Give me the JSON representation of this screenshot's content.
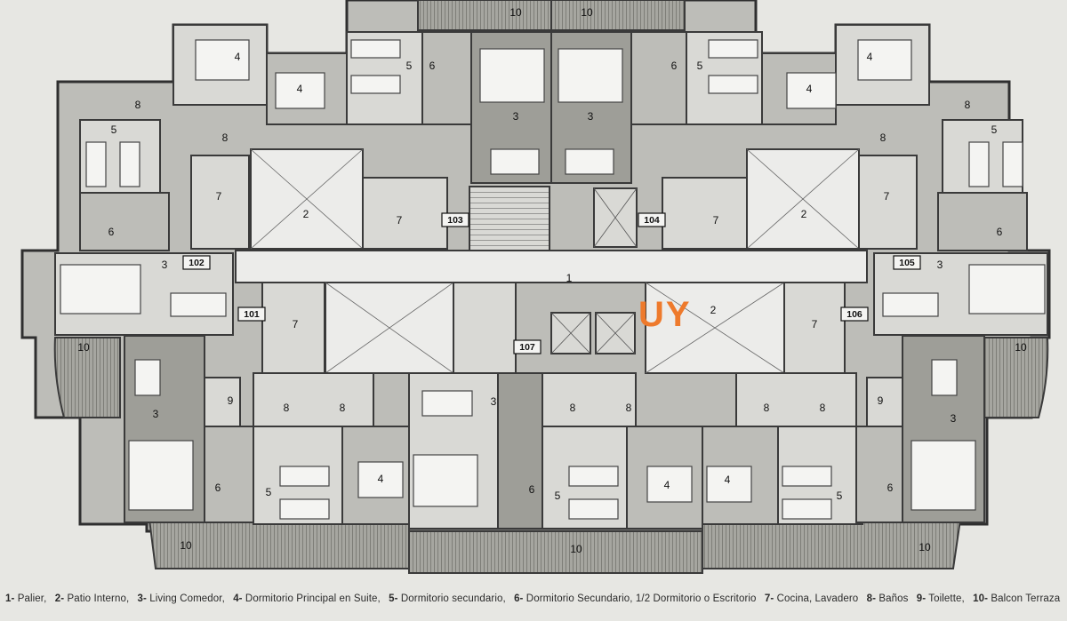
{
  "legend": [
    {
      "num": "1-",
      "text": "Palier,"
    },
    {
      "num": "2-",
      "text": "Patio Interno,"
    },
    {
      "num": "3-",
      "text": "Living Comedor,"
    },
    {
      "num": "4-",
      "text": "Dormitorio Principal en Suite,"
    },
    {
      "num": "5-",
      "text": "Dormitorio secundario,"
    },
    {
      "num": "6-",
      "text": "Dormitorio Secundario, 1/2 Dormitorio o Escritorio"
    },
    {
      "num": "7-",
      "text": "Cocina, Lavadero"
    },
    {
      "num": "8-",
      "text": "Baños"
    },
    {
      "num": "9-",
      "text": "Toilette,"
    },
    {
      "num": "10-",
      "text": "Balcon Terraza"
    }
  ],
  "unit_tags": [
    "101",
    "102",
    "103",
    "104",
    "105",
    "106",
    "107"
  ],
  "room_numbers": {
    "palier": "1",
    "patio": "2",
    "living": "3",
    "master": "4",
    "secondary": "5",
    "half": "6",
    "kitchen": "7",
    "bath": "8",
    "toilette": "9",
    "balcony": "10"
  },
  "watermark": {
    "brand": "UY"
  },
  "colors": {
    "background": "#e7e7e3",
    "wall": "#3a3a3a",
    "room_light": "#d9d9d5",
    "room_mid": "#bdbdb8",
    "room_dark": "#9e9e98",
    "balcony": "#8f8f8a",
    "accent": "#ee7a2c"
  }
}
